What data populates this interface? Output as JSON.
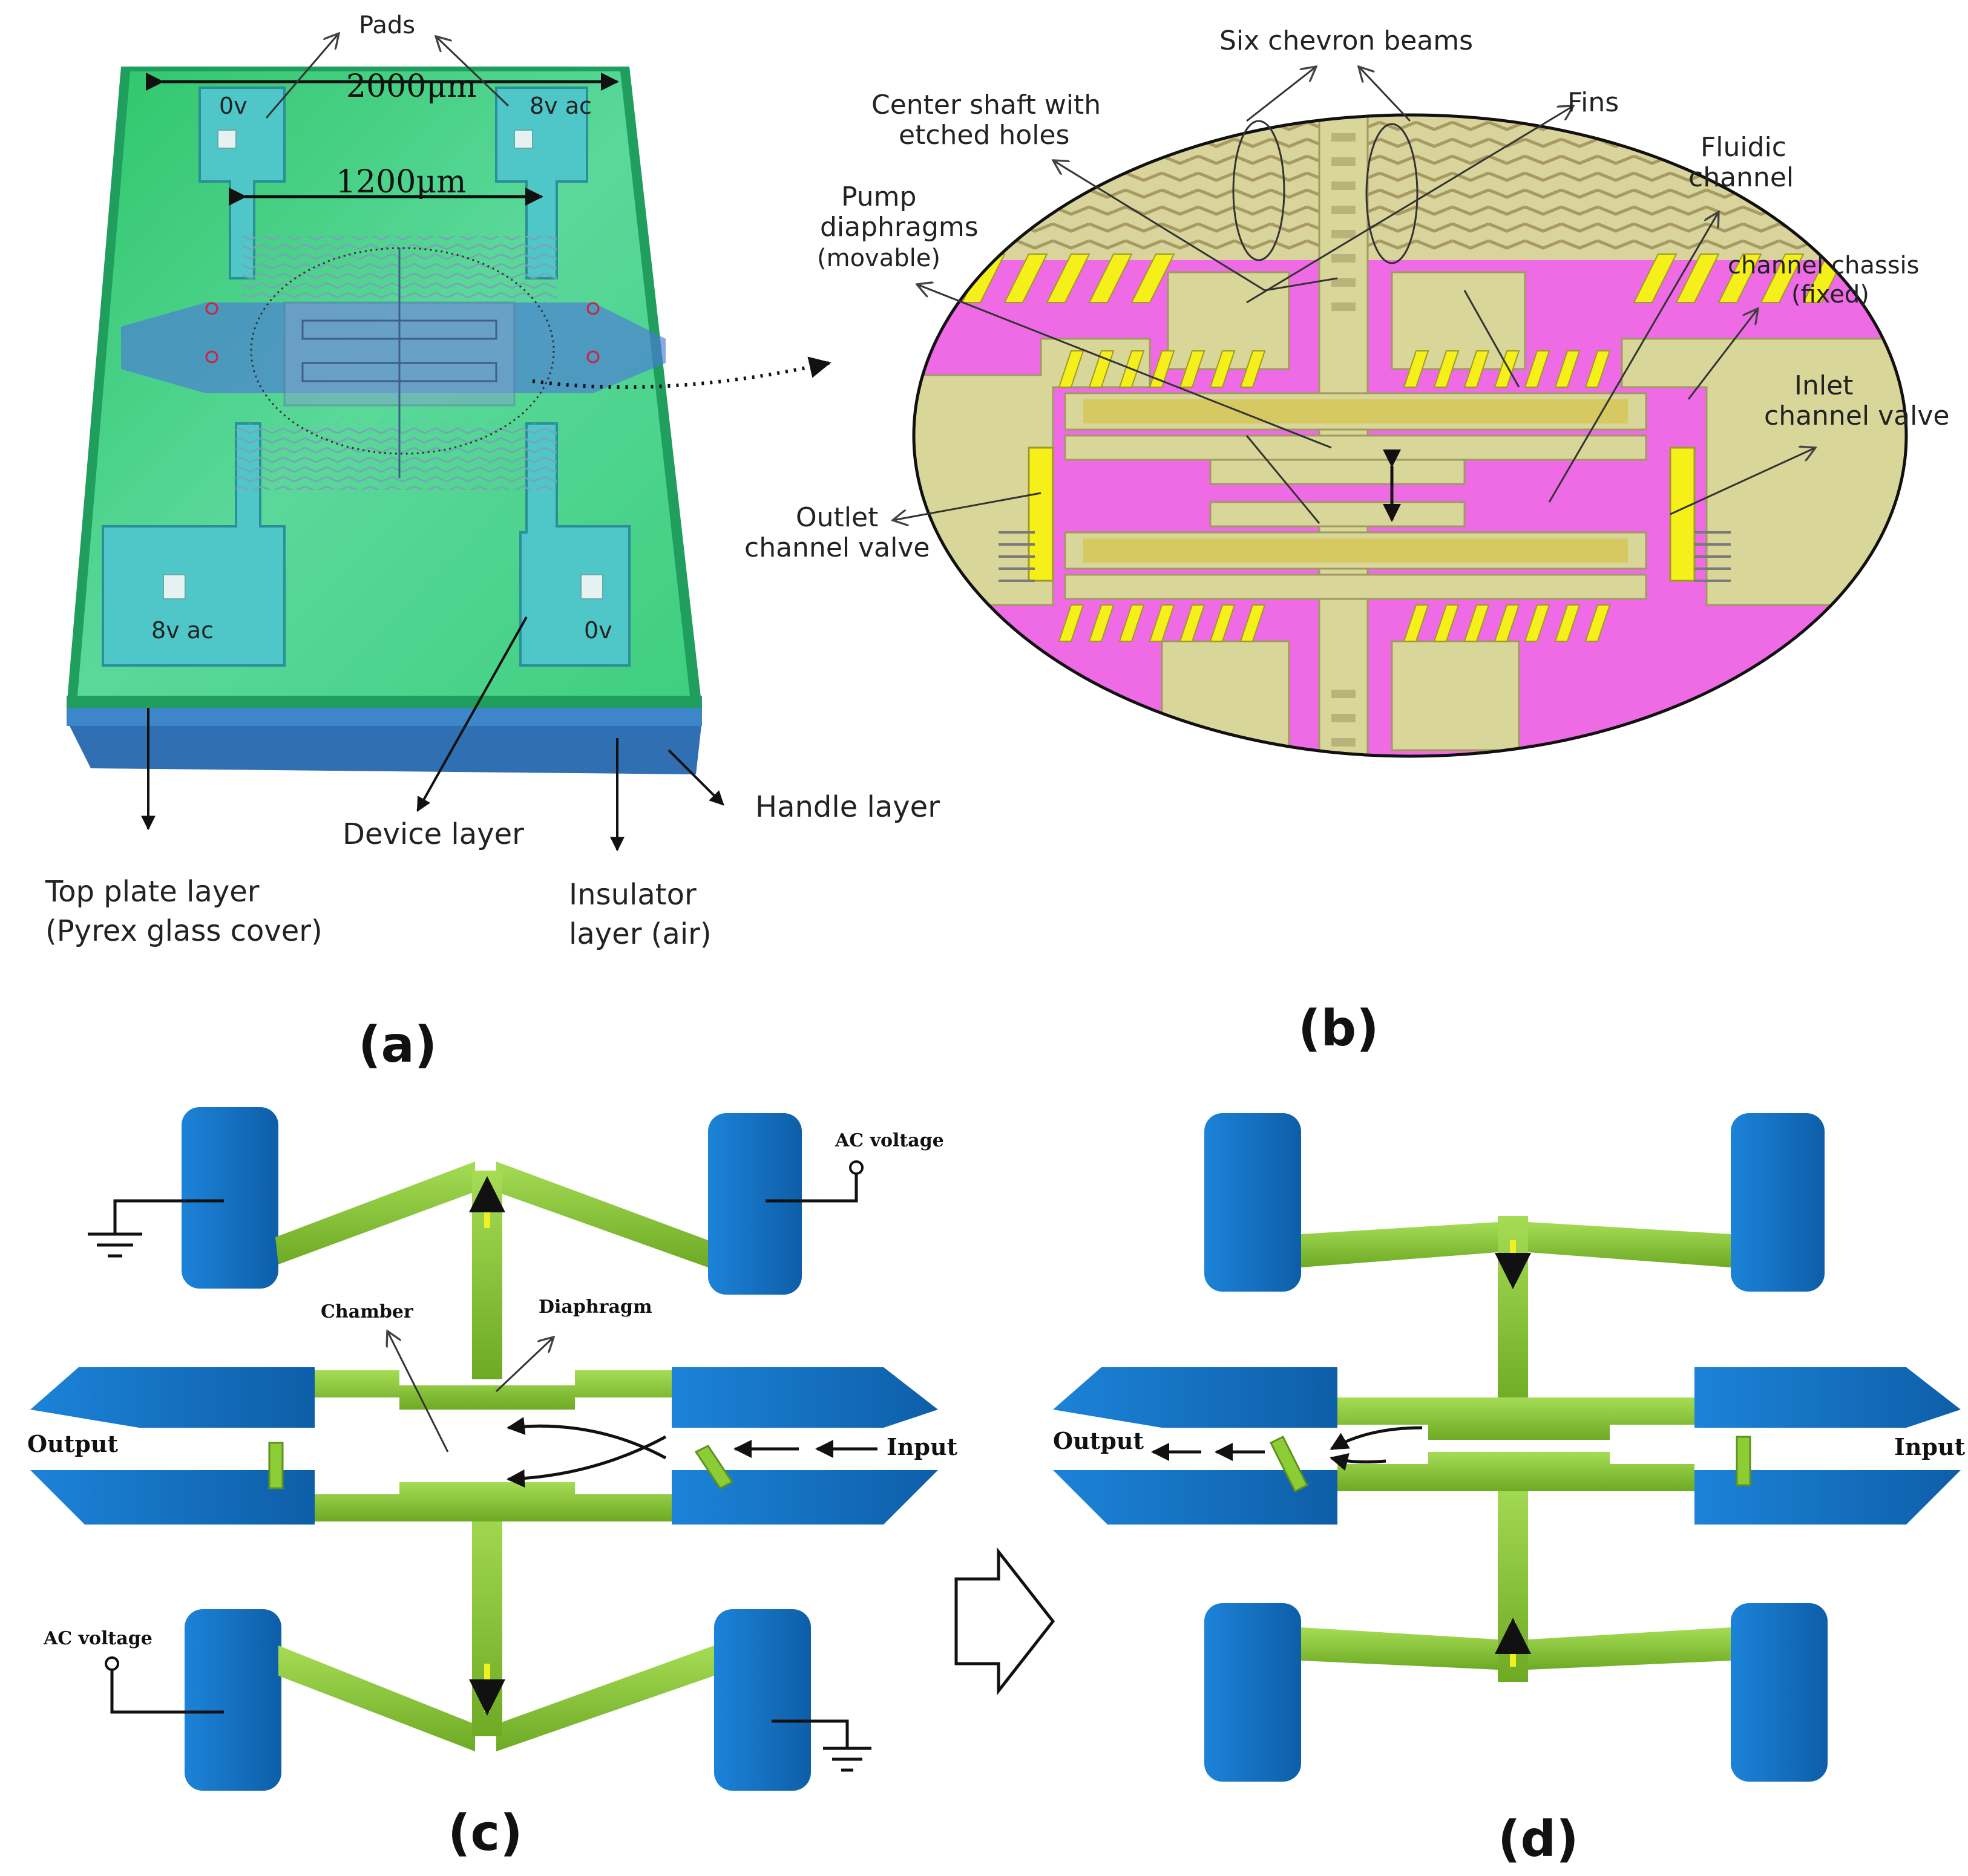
{
  "colors": {
    "glass": "#3fd27f",
    "glass_edge": "#1f9e5e",
    "pad_cyan": "#4fc7c8",
    "base_blue": "#3f7fc4",
    "magenta": "#ef6be6",
    "tan": "#d9d69a",
    "yellow": "#f5ef1a",
    "electrode_blue": "#1471c6",
    "beam_green": "#8ccc35",
    "arrow_yellow": "#f0f022"
  },
  "panel_a": {
    "letter": "(a)",
    "pads_label": "Pads",
    "width_2000": "2000μm",
    "width_1200": "1200μm",
    "pad_tl": "0v",
    "pad_tr": "8v ac",
    "pad_bl": "8v ac",
    "pad_br": "0v",
    "device_layer": "Device layer",
    "handle_layer": "Handle layer",
    "top_plate_1": "Top plate layer",
    "top_plate_2": "(Pyrex glass cover)",
    "insulator_1": "Insulator",
    "insulator_2": "layer (air)"
  },
  "panel_b": {
    "letter": "(b)",
    "chevron": "Six chevron beams",
    "center_shaft_1": "Center shaft with",
    "center_shaft_2": "etched holes",
    "fins": "Fins",
    "fluidic_1": "Fluidic",
    "fluidic_2": "channel",
    "pump_1": "Pump",
    "pump_2": "diaphragms",
    "pump_3": "(movable)",
    "chassis_1": "channel chassis",
    "chassis_2": "(fixed)",
    "inlet_1": "Inlet",
    "inlet_2": "channel valve",
    "outlet_1": "Outlet",
    "outlet_2": "channel valve"
  },
  "panel_c": {
    "letter": "(c)",
    "ac_top": "AC voltage",
    "ac_bottom": "AC voltage",
    "chamber": "Chamber",
    "diaphragm": "Diaphragm",
    "output": "Output",
    "input": "Input"
  },
  "panel_d": {
    "letter": "(d)",
    "output": "Output",
    "input": "Input"
  }
}
